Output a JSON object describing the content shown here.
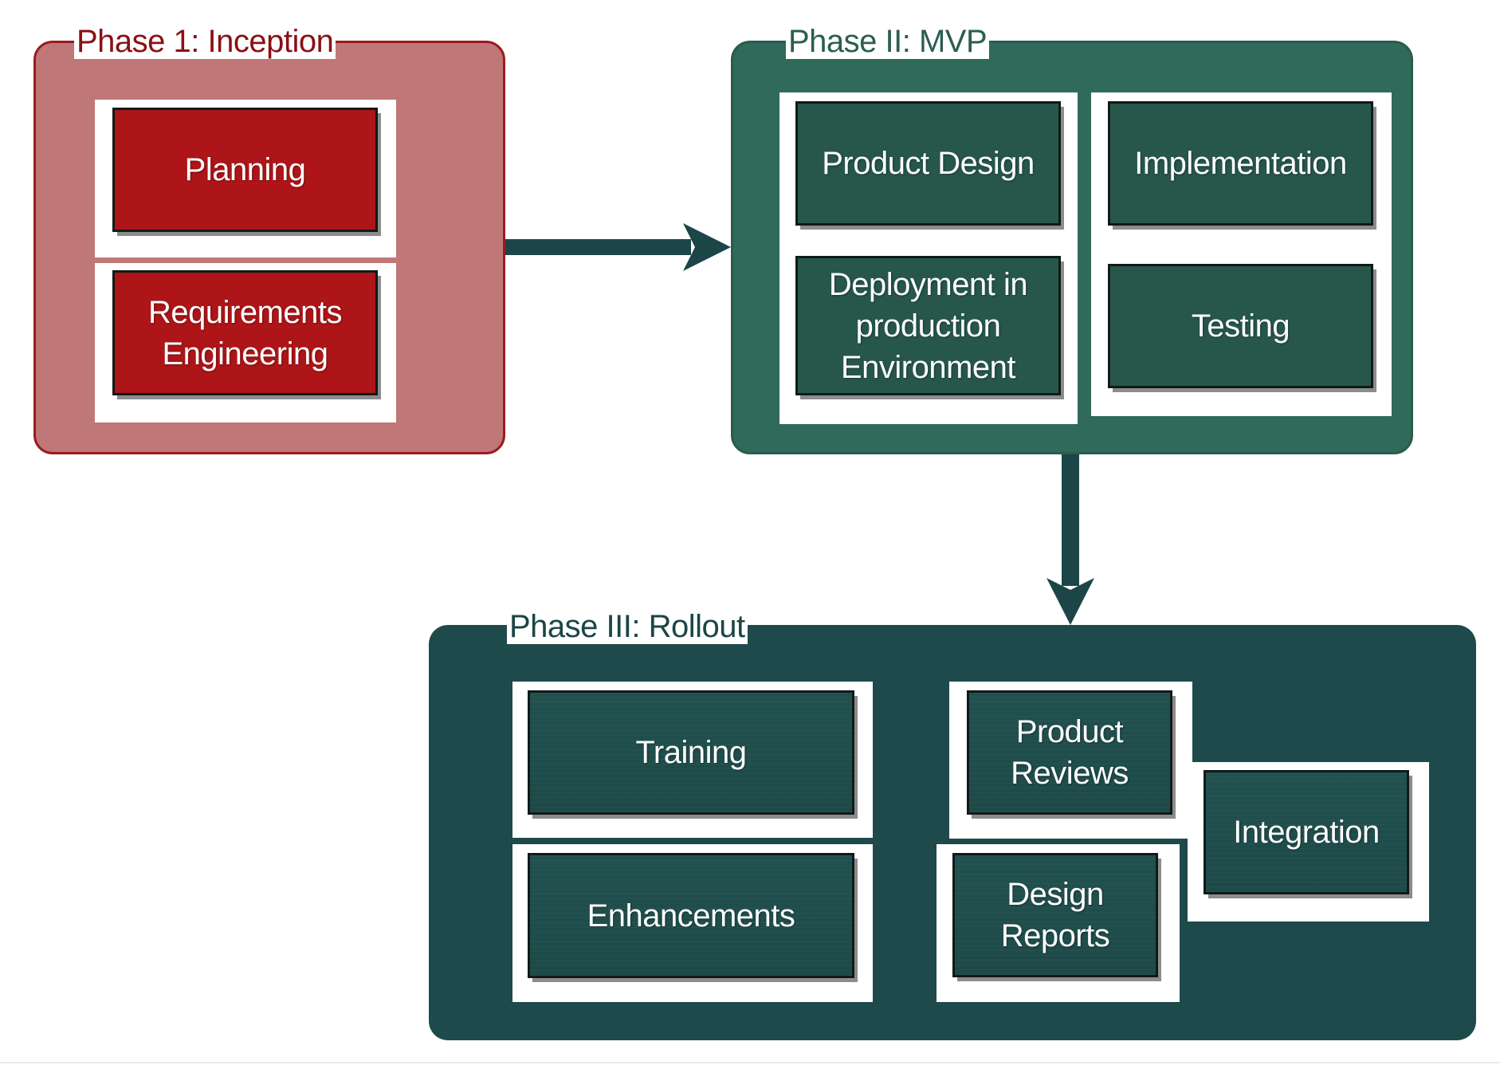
{
  "colors": {
    "phase1_fill": "#c07778",
    "phase1_border": "#9b1b1f",
    "phase1_title": "#8a1014",
    "task_red": "#ad1518",
    "phase2_fill": "#2f6a5a",
    "phase2_title": "#2a5e50",
    "task_green": "#27574b",
    "phase3_fill": "#1e4a4b",
    "phase3_title": "#1c4546",
    "task_teal": "#21514f",
    "arrow": "#1c4548"
  },
  "phases": {
    "inception": {
      "title": "Phase 1: Inception",
      "tasks": {
        "planning": "Planning",
        "requirements": "Requirements\nEngineering"
      }
    },
    "mvp": {
      "title": "Phase II: MVP",
      "tasks": {
        "product_design": "Product Design",
        "implementation": "Implementation",
        "deployment": "Deployment in\nproduction\nEnvironment",
        "testing": "Testing"
      }
    },
    "rollout": {
      "title": "Phase III: Rollout",
      "tasks": {
        "training": "Training",
        "enhancements": "Enhancements",
        "product_reviews": "Product\nReviews",
        "design_reports": "Design\nReports",
        "integration": "Integration"
      }
    }
  }
}
